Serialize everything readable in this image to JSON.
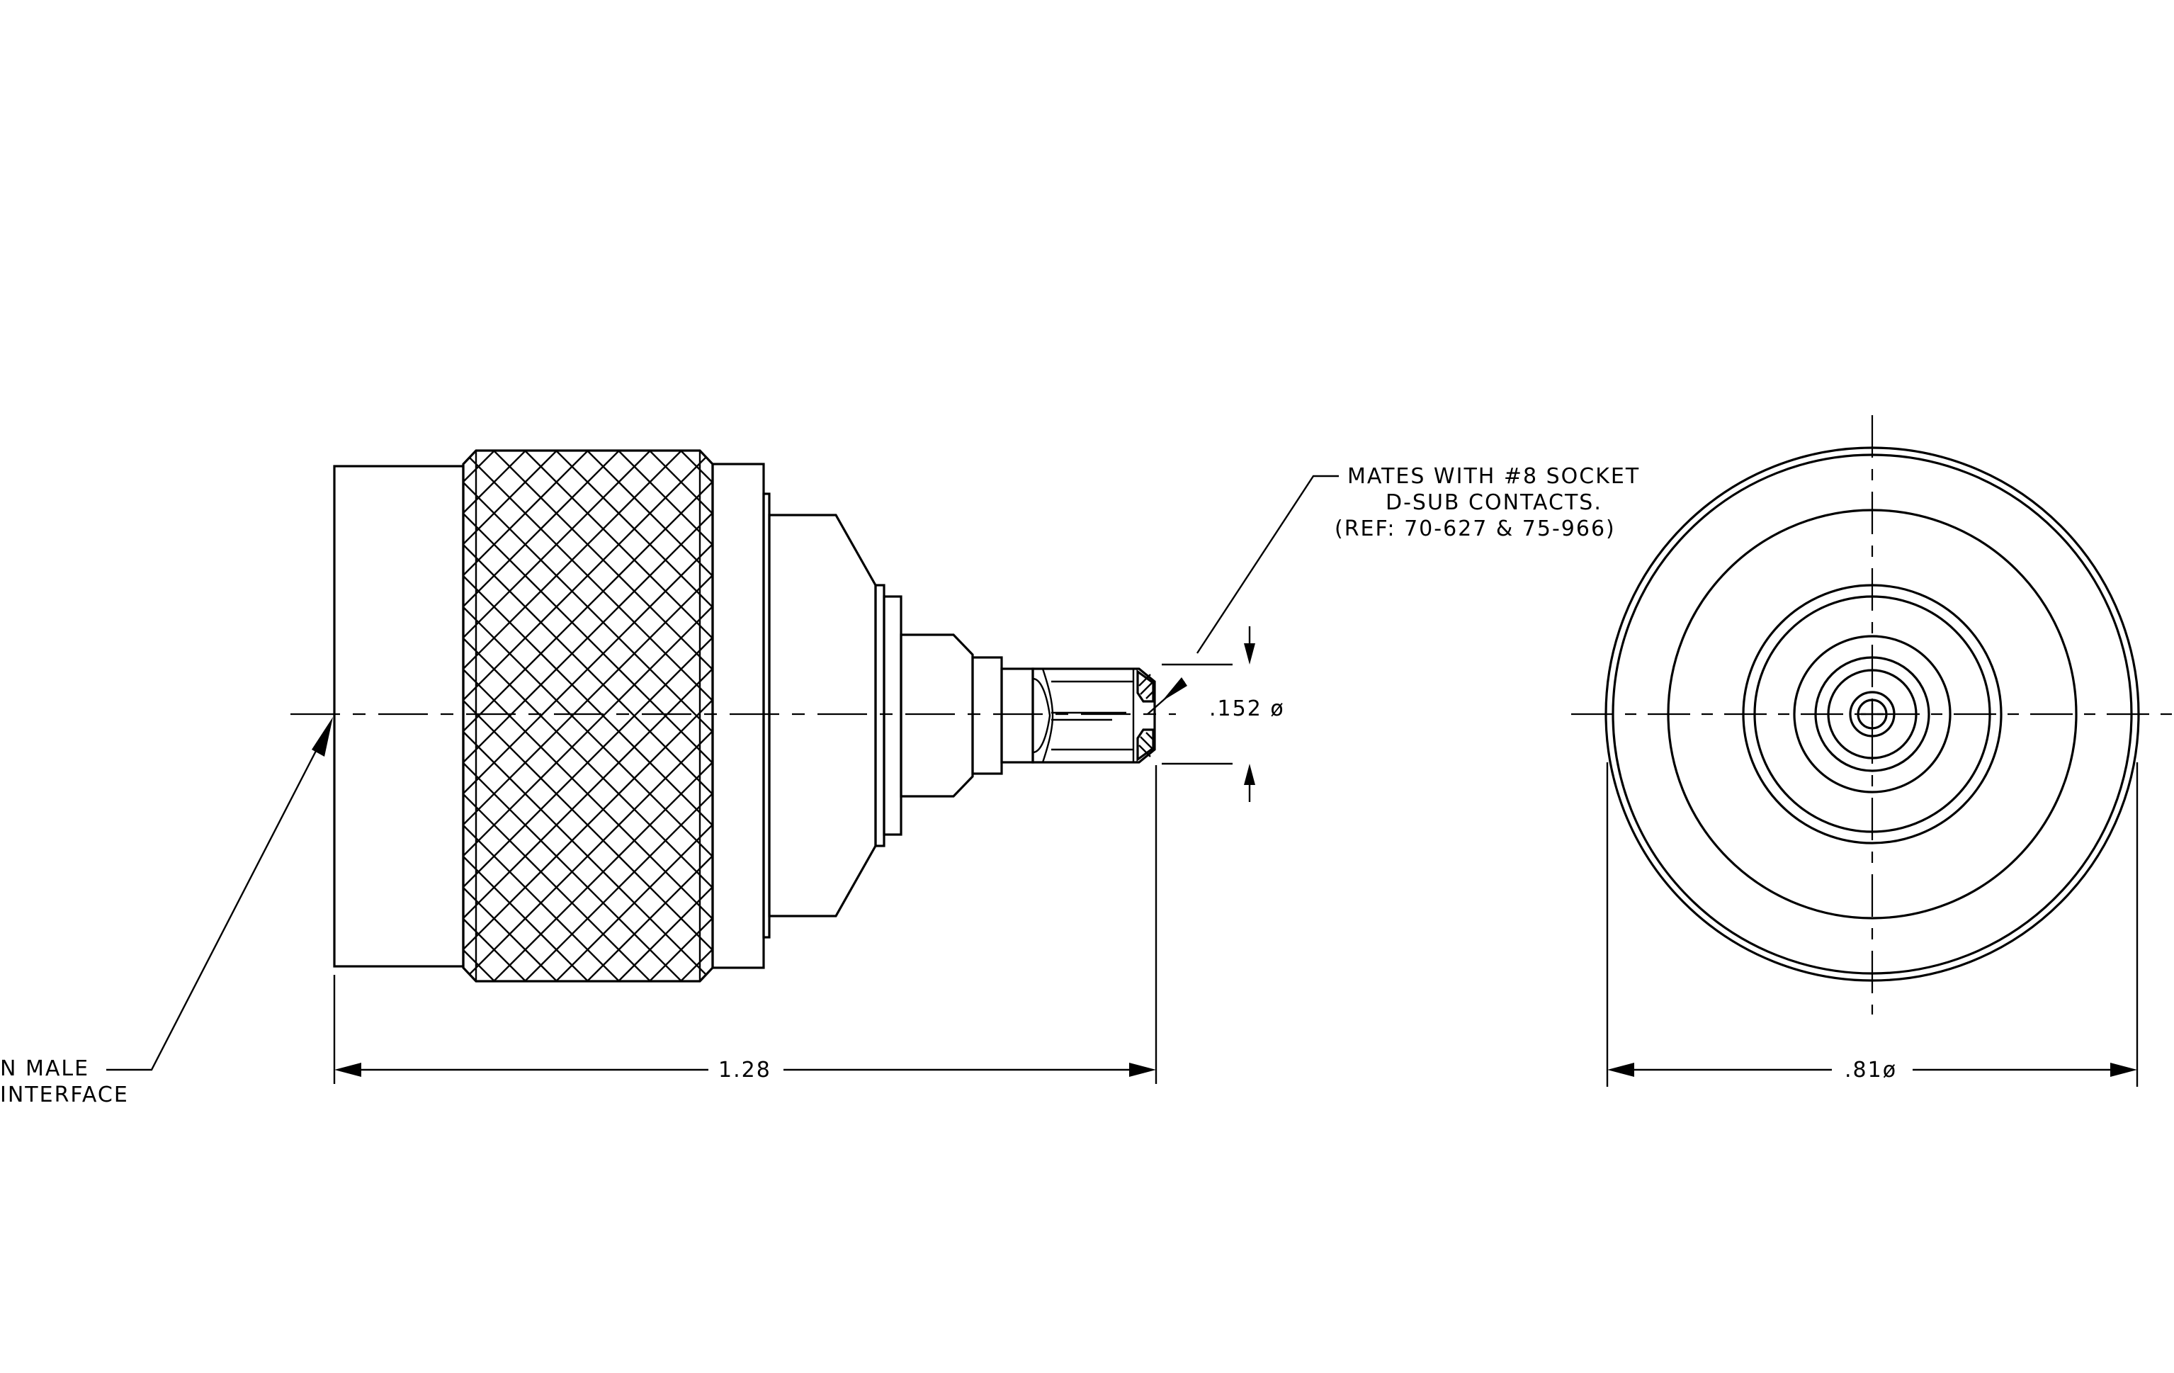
{
  "annotations": {
    "mates_note": {
      "line1": "MATES WITH #8 SOCKET",
      "line2": "D-SUB CONTACTS.",
      "line3": "(REF: 70-627 & 75-966)"
    },
    "interface_note": {
      "line1": "N  MALE",
      "line2": "INTERFACE"
    }
  },
  "dimensions": {
    "contact_diameter": ".152 ø",
    "overall_length": "1.28",
    "body_diameter": ".81ø"
  }
}
